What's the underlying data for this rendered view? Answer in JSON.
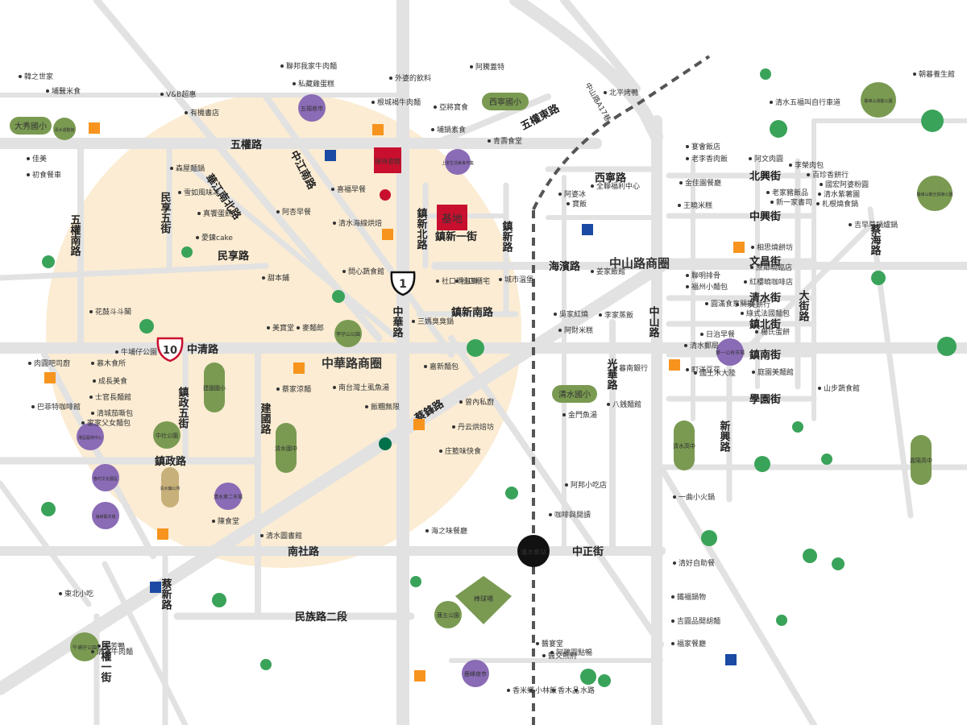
{
  "map": {
    "colors": {
      "road": "#e2e2e2",
      "zone": "#fbecd3",
      "school": "#7a9a52",
      "tree": "#3aa35a",
      "accent_red": "#c8102e",
      "purple": "#8a6bb5",
      "text": "#222222"
    },
    "zone_labels": {
      "zhonghua": "中華路商圈",
      "zhongshan": "中山路商圈"
    },
    "site": {
      "label": "基地"
    },
    "welcome": {
      "label": "接待會館"
    },
    "station": {
      "label": "清水車站"
    },
    "route_markers": [
      {
        "number": "1"
      },
      {
        "number": "10"
      }
    ],
    "roads": {
      "wuquan": "五權路",
      "zhongqing": "中清路",
      "nanshe": "南社路",
      "minzu2": "民族路二段",
      "zhongzheng": "中正街",
      "haibin": "海濱路",
      "zhonghua": "中華路",
      "zhongshan": "中山路",
      "guanghua": "光華路",
      "caifeng": "蔡鋒路",
      "zhenzheng5": "鎮政五街",
      "zhenzheng": "鎮政路",
      "jianguo": "建國路",
      "wuquan_nan": "五權南路",
      "minxiang5": "民享五街",
      "minxiang": "民享路",
      "zhongjiang_nan": "中江南路",
      "hualongnan": "華江南北路",
      "zhenxin_bei": "鎮新北路",
      "zhenxin1": "鎮新一街",
      "zhenxin": "鎮新路",
      "zhenxin_nan": "鎮新南路",
      "xining": "西寧路",
      "wuquan_dong": "五權東路",
      "beixing": "北興街",
      "zhongxing": "中興街",
      "wenchang": "文昌街",
      "qingshui": "清水街",
      "zhenbei": "鎮北街",
      "zhennan": "鎮南街",
      "xuecheng": "學園街",
      "daxing": "大街路",
      "caihai": "蔡海路",
      "xinxing": "新興路",
      "caixin": "蔡新路",
      "minquan1": "民權一街",
      "zhongshan_a": "中山路A17巷"
    },
    "schools": [
      {
        "name": "大秀國小"
      },
      {
        "name": "西寧國小"
      },
      {
        "name": "建國國小"
      },
      {
        "name": "清水國中"
      },
      {
        "name": "清水國小"
      },
      {
        "name": "清水高中"
      },
      {
        "name": "嘉陽高中"
      }
    ],
    "parks": [
      {
        "name": "李仔山公園"
      },
      {
        "name": "中社公園"
      },
      {
        "name": "牛埔仔公園"
      },
      {
        "name": "鰲峰山運動公園"
      },
      {
        "name": "鰲峰山觀光探索公園"
      },
      {
        "name": "第一公有市場"
      },
      {
        "name": "清水第二市場"
      },
      {
        "name": "五福夜市"
      },
      {
        "name": "鹿峰夜市"
      },
      {
        "name": "春村文化園區"
      },
      {
        "name": "港區藝術中心"
      },
      {
        "name": "海線藝本館"
      },
      {
        "name": "清水鎮公所"
      },
      {
        "name": "清水運動館"
      },
      {
        "name": "上當生活美食市集"
      }
    ],
    "pois": [
      {
        "name": "韓之世家"
      },
      {
        "name": "埔醫米食"
      },
      {
        "name": "V&B超惠"
      },
      {
        "name": "有機書店"
      },
      {
        "name": "聯邦我家牛肉麵"
      },
      {
        "name": "私藏雞蛋糕"
      },
      {
        "name": "外婆的飲料"
      },
      {
        "name": "阿騰蓋特"
      },
      {
        "name": "亞將寶食"
      },
      {
        "name": "根城褐牛肉麵"
      },
      {
        "name": "埔鍋素食"
      },
      {
        "name": "北平烤鴨"
      },
      {
        "name": "清水五福叫自行車道"
      },
      {
        "name": "朝暮養生館"
      },
      {
        "name": "佳美"
      },
      {
        "name": "初食餐車"
      },
      {
        "name": "森屋麵鍋"
      },
      {
        "name": "雪如風味冰"
      },
      {
        "name": "喜福早餐"
      },
      {
        "name": "清水海線烘焙"
      },
      {
        "name": "阿杏早餐"
      },
      {
        "name": "真饗蛋餅"
      },
      {
        "name": "愛鍊cake"
      },
      {
        "name": "甜本鋪"
      },
      {
        "name": "問心蔬食館"
      },
      {
        "name": "花鼓斗斗閣"
      },
      {
        "name": "美寶堂"
      },
      {
        "name": "麥麵郎"
      },
      {
        "name": "三媽臭臭鍋"
      },
      {
        "name": "社口瑪海鮮"
      },
      {
        "name": "社口櫃宅"
      },
      {
        "name": "城市溫堡"
      },
      {
        "name": "青壽食堂"
      },
      {
        "name": "全聯福利中心"
      },
      {
        "name": "肉圓吧司廚"
      },
      {
        "name": "慕木食所"
      },
      {
        "name": "成長美食"
      },
      {
        "name": "士官長麵館"
      },
      {
        "name": "清城茄嘶包"
      },
      {
        "name": "巴菲特咖啡館"
      },
      {
        "name": "家家父女麵包"
      },
      {
        "name": "蔡家涼麵"
      },
      {
        "name": "南台灣土虱魚湯"
      },
      {
        "name": "飯糰無限"
      },
      {
        "name": "嘉新麵包"
      },
      {
        "name": "曾內私廚"
      },
      {
        "name": "丹云烘焙坊"
      },
      {
        "name": "庄籃味快食"
      },
      {
        "name": "陳食堂"
      },
      {
        "name": "海之味餐廳"
      },
      {
        "name": "清水圖書館"
      },
      {
        "name": "金門魚湯"
      },
      {
        "name": "八銭麵館"
      },
      {
        "name": "阿邦小吃店"
      },
      {
        "name": "咖啡與閱讀"
      },
      {
        "name": "老李香肉飯"
      },
      {
        "name": "金佳園餐廳"
      },
      {
        "name": "王曉米糕"
      },
      {
        "name": "阿文肉圓"
      },
      {
        "name": "李榮肉包"
      },
      {
        "name": "百珍香餅行"
      },
      {
        "name": "國宏阿婆粉圓"
      },
      {
        "name": "清水紫薯園"
      },
      {
        "name": "札根燒食鍋"
      },
      {
        "name": "老家豬飯品"
      },
      {
        "name": "新一家書司"
      },
      {
        "name": "吉早草鍋爐鍋"
      },
      {
        "name": "相思燒餅坊"
      },
      {
        "name": "蔗鄰曉臨店"
      },
      {
        "name": "紅樓曉咖啡店"
      },
      {
        "name": "聯明排骨"
      },
      {
        "name": "福州小麵包"
      },
      {
        "name": "一美餅行"
      },
      {
        "name": "綠式法國麵包"
      },
      {
        "name": "楊氏蛋餅"
      },
      {
        "name": "圓滿食意關鍋"
      },
      {
        "name": "日治早餐"
      },
      {
        "name": "清水郵局"
      },
      {
        "name": "町洋豆花"
      },
      {
        "name": "國土木大陸"
      },
      {
        "name": "庭園美麵館"
      },
      {
        "name": "山步蔬食館"
      },
      {
        "name": "一曲小火鍋"
      },
      {
        "name": "清好自助餐"
      },
      {
        "name": "鐵福鍋物"
      },
      {
        "name": "吉圓品開胡麵"
      },
      {
        "name": "福家餐廳"
      },
      {
        "name": "醬宴堂"
      },
      {
        "name": "阿鵬圓點暢"
      },
      {
        "name": "醬文熊府"
      },
      {
        "name": "宴會飯店"
      },
      {
        "name": "阿婆冰"
      },
      {
        "name": "寶飯"
      },
      {
        "name": "吳家紅燒"
      },
      {
        "name": "阿財米糕"
      },
      {
        "name": "李家蒸飯"
      },
      {
        "name": "姜家飯館"
      },
      {
        "name": "暮南銀行"
      },
      {
        "name": "泰芳鴨"
      },
      {
        "name": "清水牛肉麵"
      },
      {
        "name": "東北小吃"
      },
      {
        "name": "牛埔仔公園"
      },
      {
        "name": "香米鄉"
      },
      {
        "name": "小林飯"
      },
      {
        "name": "香木品"
      },
      {
        "name": "水路"
      }
    ]
  }
}
